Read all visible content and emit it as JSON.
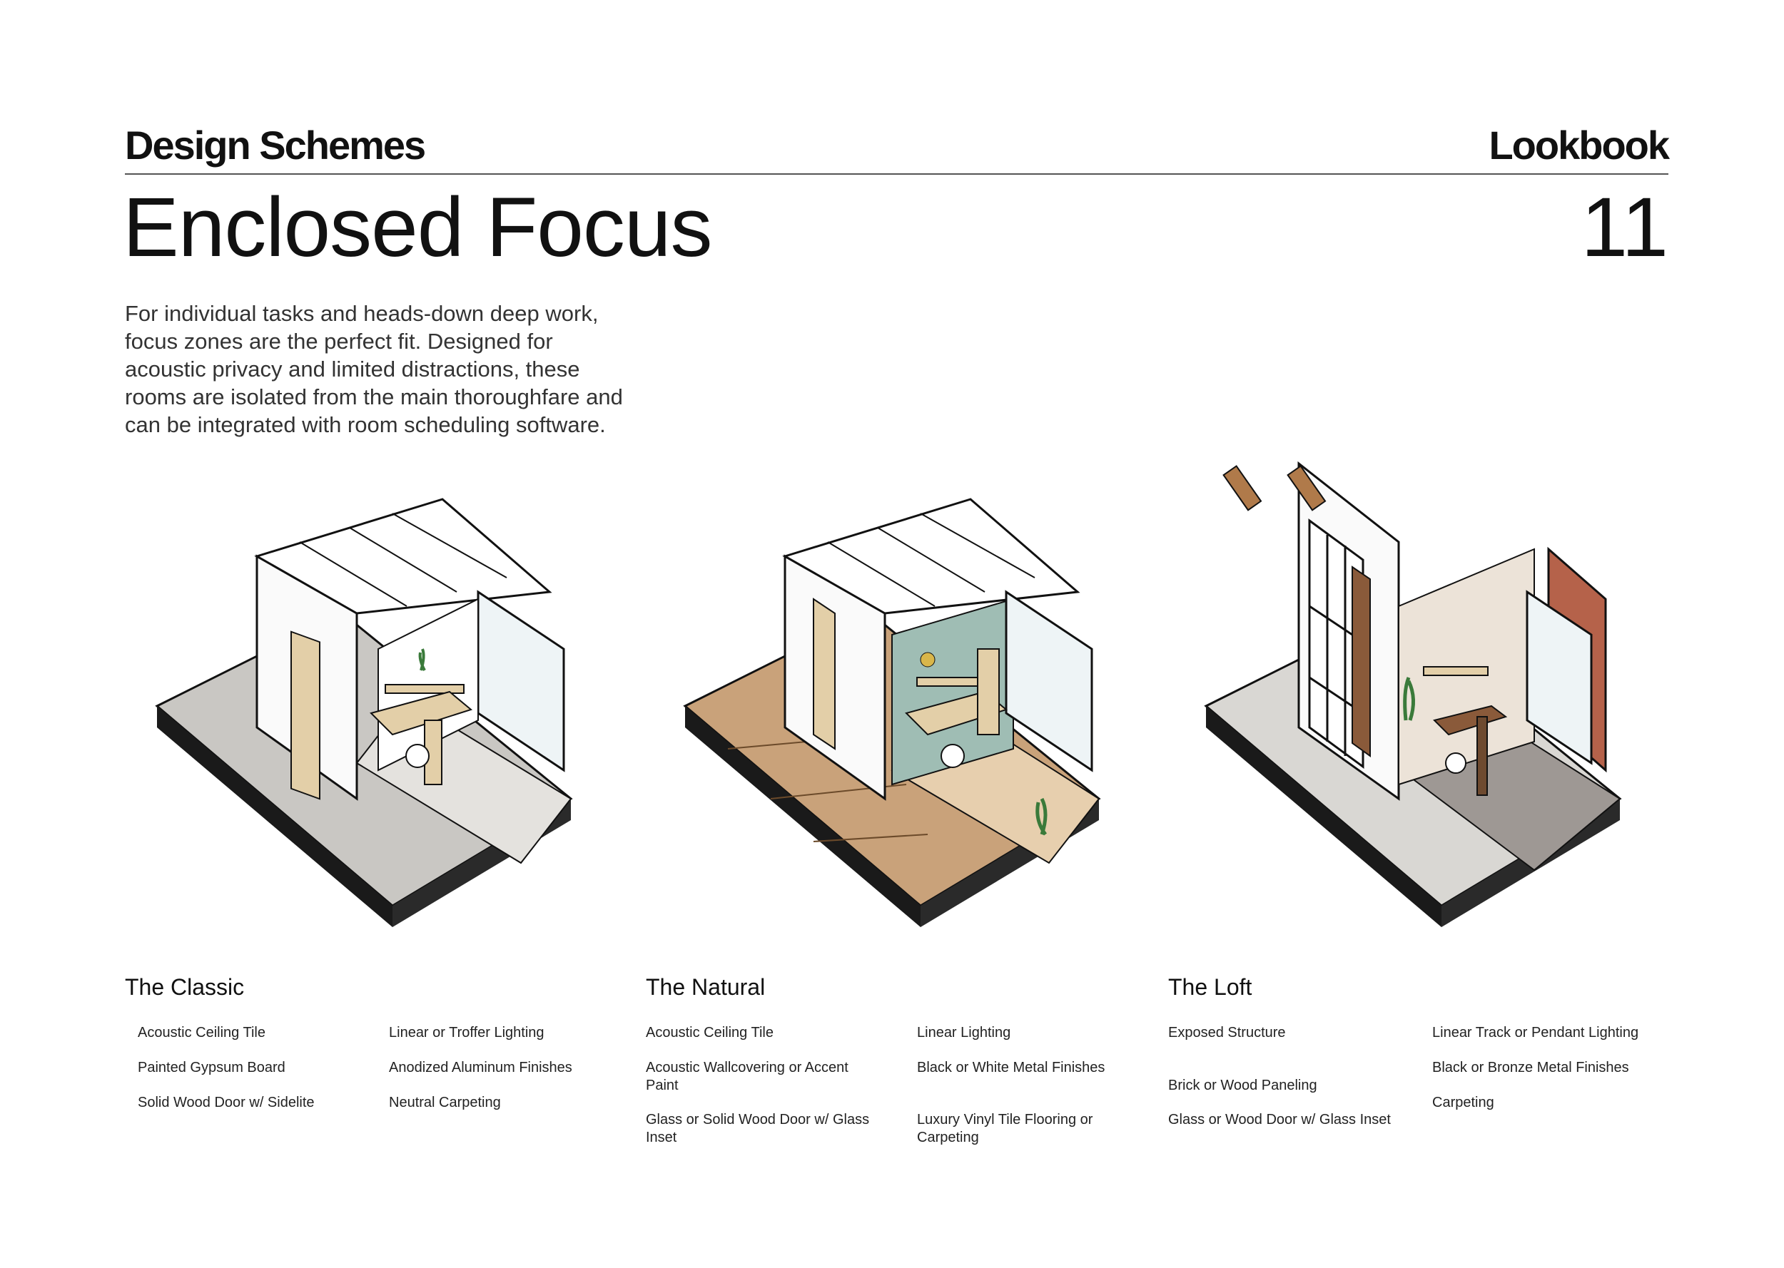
{
  "header": {
    "section": "Design Schemes",
    "book": "Lookbook"
  },
  "title": "Enclosed Focus",
  "page_number": "11",
  "intro": "For individual tasks and heads-down deep work, focus zones are the perfect fit. Designed for acoustic privacy and limited distractions, these rooms are isolated from the main thoroughfare and can be integrated with room scheduling software.",
  "schemes": [
    {
      "name": "The Classic",
      "specs": [
        "Acoustic Ceiling Tile",
        "Painted Gypsum Board",
        "Solid Wood Door w/ Sidelite",
        "Linear or Troffer Lighting",
        "Anodized Aluminum Finishes",
        "Neutral Carpeting"
      ]
    },
    {
      "name": "The Natural",
      "specs": [
        "Acoustic Ceiling Tile",
        "Acoustic Wallcovering or Accent Paint",
        "Glass or Solid Wood Door w/ Glass Inset",
        "Linear Lighting",
        "Black or White Metal Finishes",
        "Luxury Vinyl Tile Flooring or Carpeting"
      ]
    },
    {
      "name": "The Loft",
      "specs": [
        "Exposed Structure",
        "Brick or Wood Paneling",
        "Glass or Wood Door w/ Glass Inset",
        "Linear Track or Pendant Lighting",
        "Black or Bronze Metal Finishes",
        "Carpeting"
      ]
    }
  ],
  "colors": {
    "floor_gray": "#c9c7c3",
    "floor_wood": "#c9a27a",
    "accent_teal": "#9fbdb4",
    "desk_wood": "#e3cfa8",
    "brick": "#b5624a",
    "loft_floor": "#9e9894"
  }
}
